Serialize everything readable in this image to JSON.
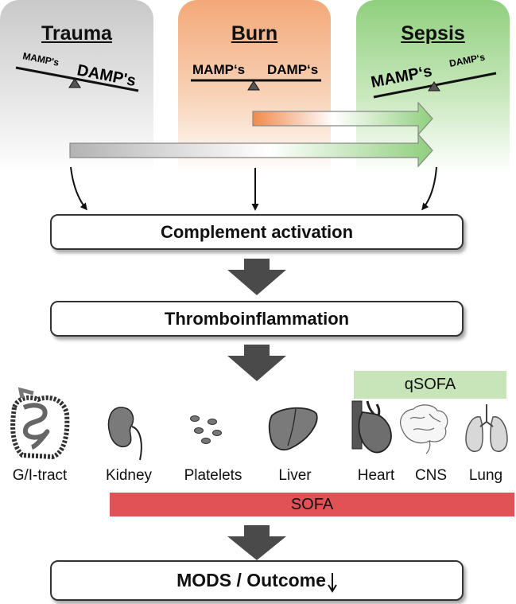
{
  "panels": {
    "trauma": {
      "title": "Trauma",
      "left_label": "MAMP's",
      "right_label": "DAMP's"
    },
    "burn": {
      "title": "Burn",
      "left_label": "MAMP‘s",
      "right_label": "DAMP‘s"
    },
    "sepsis": {
      "title": "Sepsis",
      "left_label": "MAMP‘s",
      "right_label": "DAMP‘s"
    }
  },
  "boxes": {
    "complement": "Complement activation",
    "thrombo": "Thromboinflammation",
    "mods": "MODS / Outcome"
  },
  "scores": {
    "qsofa": "qSOFA",
    "sofa": "SOFA"
  },
  "organs": [
    {
      "label": "G/I-tract",
      "icon": "gi-tract-icon"
    },
    {
      "label": "Kidney",
      "icon": "kidney-icon"
    },
    {
      "label": "Platelets",
      "icon": "platelets-icon"
    },
    {
      "label": "Liver",
      "icon": "liver-icon"
    },
    {
      "label": "Heart",
      "icon": "heart-icon"
    },
    {
      "label": "CNS",
      "icon": "brain-icon"
    },
    {
      "label": "Lung",
      "icon": "lung-icon"
    }
  ],
  "colors": {
    "trauma": "#c9c9c9",
    "burn": "#f3a878",
    "sepsis": "#8fcf7d",
    "qsofa": "#c7e5b8",
    "sofa": "#e05255",
    "flow_arrow": "#4a4a4a"
  }
}
